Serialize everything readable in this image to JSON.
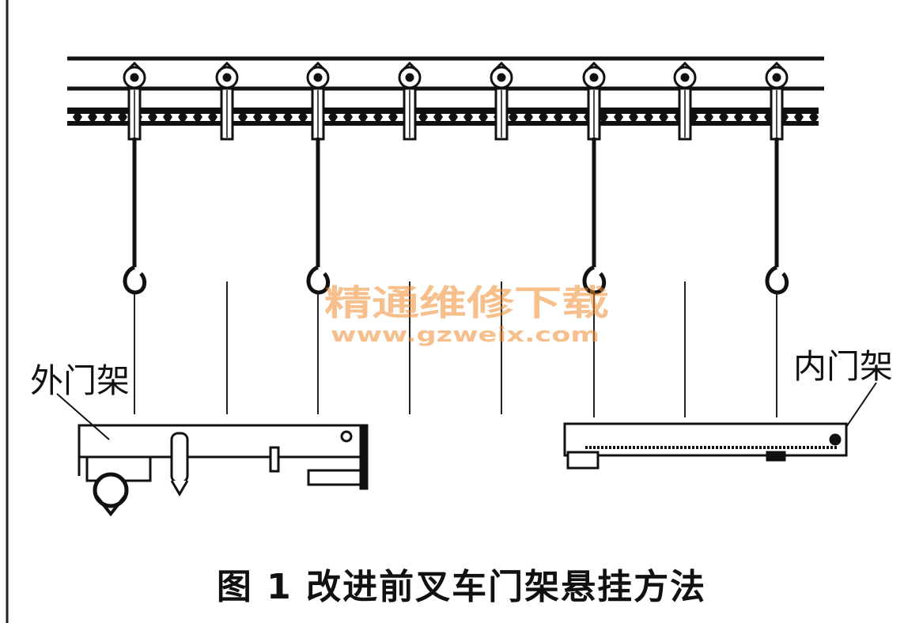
{
  "labels": {
    "outer_mast": "外门架",
    "inner_mast": "内门架"
  },
  "caption": "图 1   改进前叉车门架悬挂方法",
  "watermark": {
    "title": "精通维修下载",
    "url": "www.gzweix.com"
  },
  "colors": {
    "line": "#111111",
    "watermark": "#f08a2c"
  }
}
